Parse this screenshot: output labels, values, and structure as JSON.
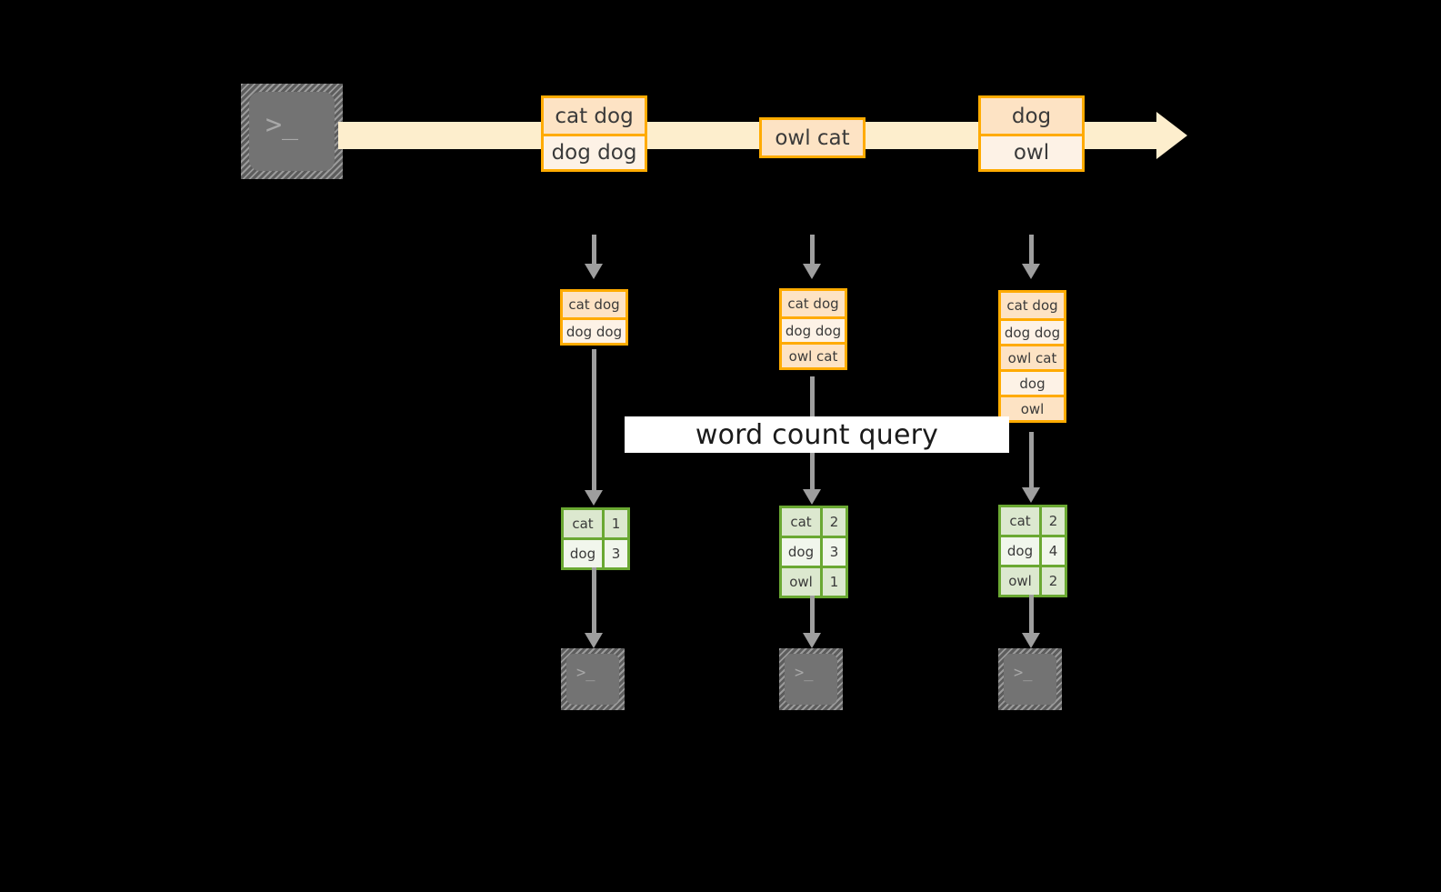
{
  "diagram": {
    "title_label": "word count query",
    "colors": {
      "stream_band": "#fdeecd",
      "record_border": "#ffab00",
      "record_fill_dark": "#fde3c4",
      "record_fill_light": "#fdf2e6",
      "result_border": "#6aa832",
      "result_fill_dark": "#dce8cf",
      "result_fill_light": "#f1f6ec",
      "arrow_gray": "#9e9e9e",
      "terminal_screen": "#737373",
      "background": "#000000"
    },
    "source_terminal": {
      "icon": "terminal-icon",
      "prompt": ">_"
    },
    "stream_records": [
      {
        "id": "record-1",
        "lines": [
          "cat dog",
          "dog dog"
        ]
      },
      {
        "id": "record-2",
        "lines": [
          "owl cat"
        ]
      },
      {
        "id": "record-3",
        "lines": [
          "dog",
          "owl"
        ]
      }
    ],
    "snapshots": [
      {
        "id": "snapshot-1",
        "accumulated": [
          "cat dog",
          "dog dog"
        ],
        "counts": [
          {
            "word": "cat",
            "count": "1"
          },
          {
            "word": "dog",
            "count": "3"
          }
        ],
        "sink_terminal": {
          "icon": "terminal-icon",
          "prompt": ">_"
        }
      },
      {
        "id": "snapshot-2",
        "accumulated": [
          "cat dog",
          "dog dog",
          "owl cat"
        ],
        "counts": [
          {
            "word": "cat",
            "count": "2"
          },
          {
            "word": "dog",
            "count": "3"
          },
          {
            "word": "owl",
            "count": "1"
          }
        ],
        "sink_terminal": {
          "icon": "terminal-icon",
          "prompt": ">_"
        }
      },
      {
        "id": "snapshot-3",
        "accumulated": [
          "cat dog",
          "dog dog",
          "owl cat",
          "dog",
          "owl"
        ],
        "counts": [
          {
            "word": "cat",
            "count": "2"
          },
          {
            "word": "dog",
            "count": "4"
          },
          {
            "word": "owl",
            "count": "2"
          }
        ],
        "sink_terminal": {
          "icon": "terminal-icon",
          "prompt": ">_"
        }
      }
    ]
  }
}
